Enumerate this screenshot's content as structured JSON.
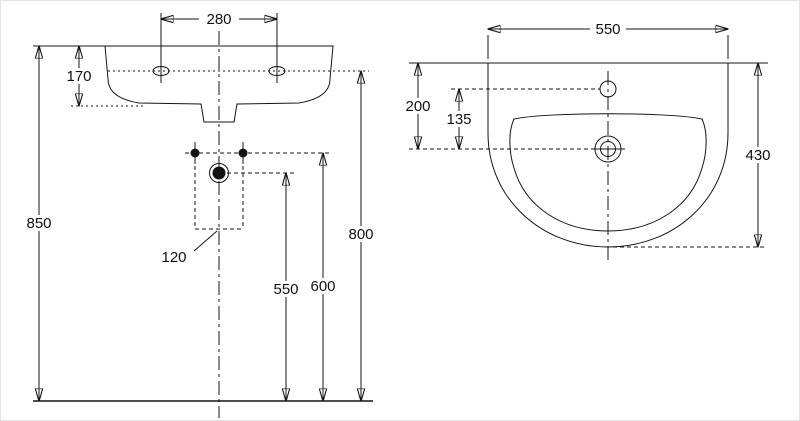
{
  "drawing": {
    "front_view": {
      "tap_hole_spacing": "280",
      "basin_height": "170",
      "overall_height": "850",
      "bolt_spacing": "120",
      "drain_height": "550",
      "fixing_bolt_height": "600",
      "rim_height": "800"
    },
    "plan_view": {
      "width": "550",
      "wall_to_drain": "200",
      "tap_to_drain": "135",
      "depth": "430"
    }
  }
}
